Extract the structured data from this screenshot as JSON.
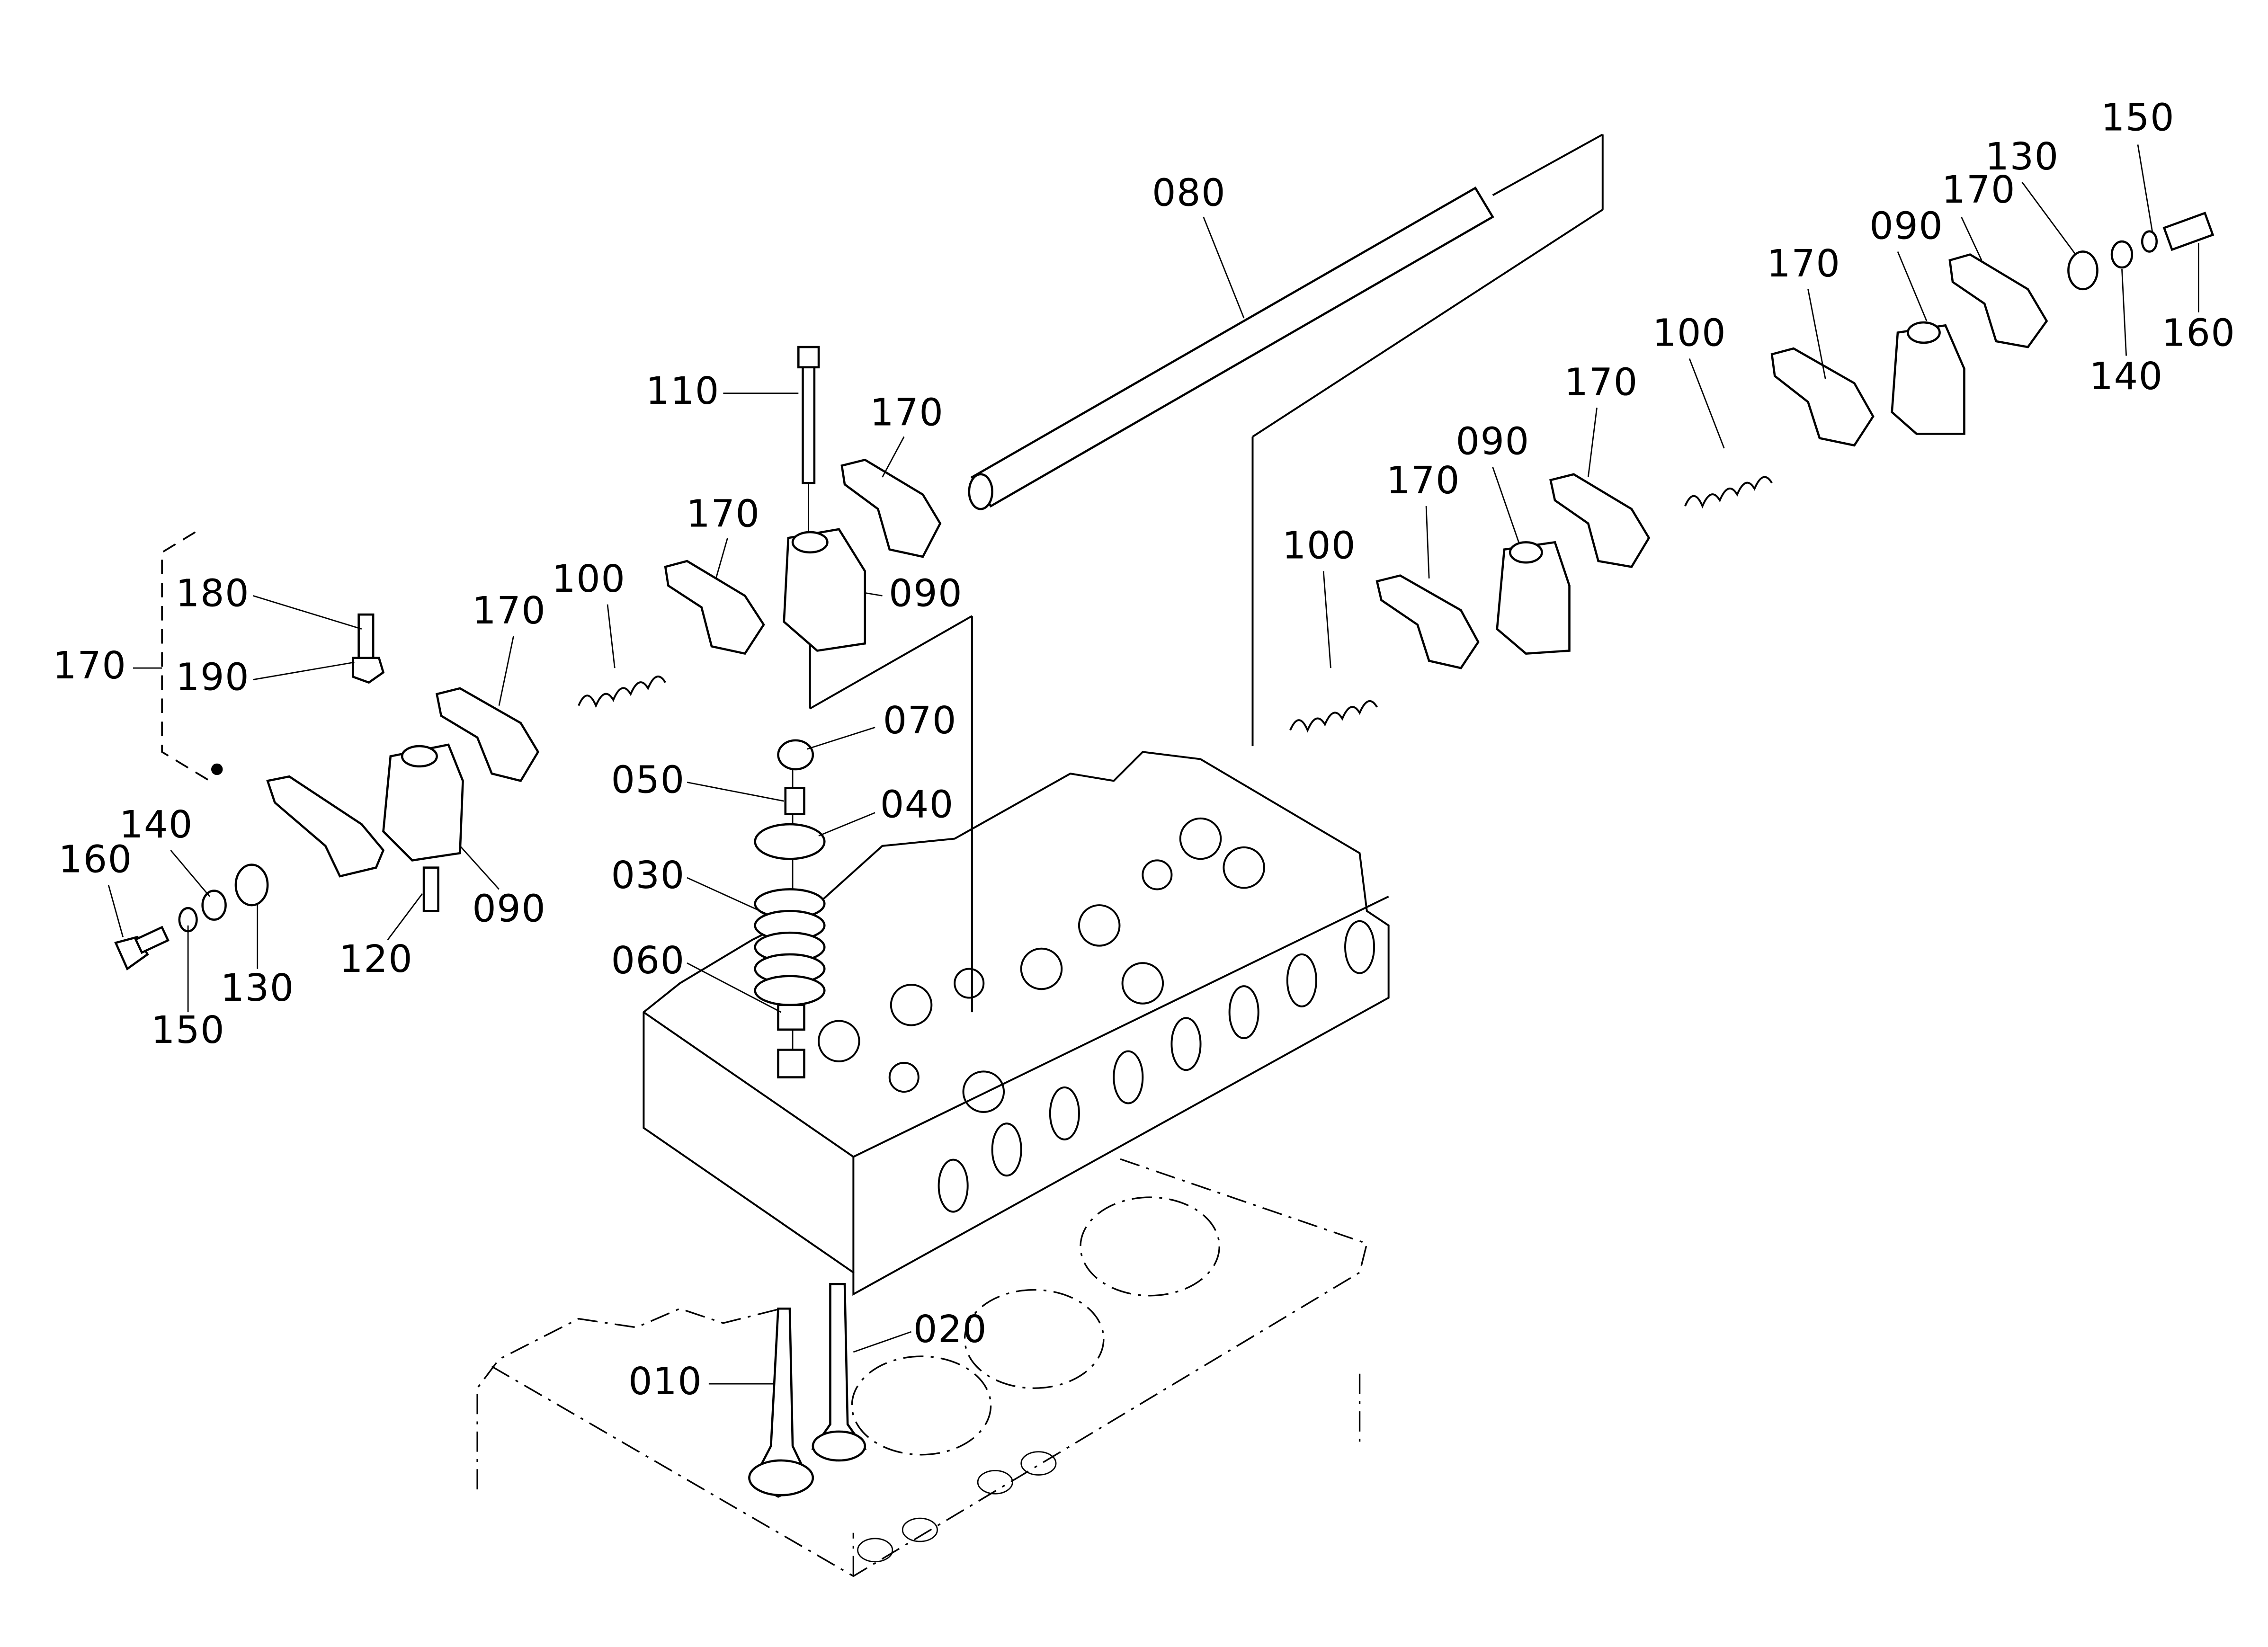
{
  "title": "Valve and rocker arm exploded parts diagram",
  "callouts": {
    "shaft": "080",
    "bolt_long": "110",
    "arm_mid_1": "170",
    "arm_mid_2": "170",
    "bracket_mid": "090",
    "adjust_screw": "180",
    "arm_assembly_group": "170",
    "lock_nut": "190",
    "arm_left_1": "170",
    "spring_mid": "100",
    "valve_cap": "070",
    "collet": "050",
    "spring_retainer": "040",
    "valve_spring": "030",
    "stem_seal": "060",
    "bolt_left": "160",
    "washer_left": "140",
    "clip_left": "150",
    "spacer_left": "130",
    "pin": "120",
    "bracket_left": "090",
    "intake_valve": "010",
    "exhaust_valve": "020",
    "clip_right": "150",
    "spacer_right": "130",
    "arm_right_end": "170",
    "bracket_right_end": "090",
    "arm_right_2": "170",
    "bolt_right": "160",
    "washer_right": "140",
    "spring_right_1": "100",
    "arm_right_3": "170",
    "bracket_right_mid": "090",
    "arm_right_4": "170",
    "spring_right_2": "100"
  }
}
